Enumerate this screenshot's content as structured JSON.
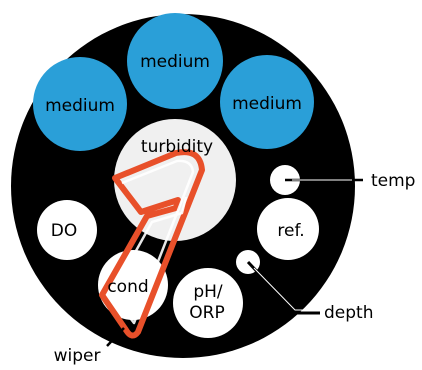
{
  "colors": {
    "background": "#ffffff",
    "housing": "#000000",
    "medium_port": "#2a9fd8",
    "sensor_port": "#ffffff",
    "turbidity_port": "#f0f0f0",
    "wiper_outline": "#e8502a",
    "leader_line": "#000000"
  },
  "ports": {
    "medium_top": "medium",
    "medium_left": "medium",
    "medium_right": "medium",
    "turbidity": "turbidity",
    "do": "DO",
    "cond": "cond",
    "ref": "ref.",
    "ph_orp_line1": "pH/",
    "ph_orp_line2": "ORP"
  },
  "callouts": {
    "temp": "temp",
    "depth": "depth",
    "wiper": "wiper"
  }
}
